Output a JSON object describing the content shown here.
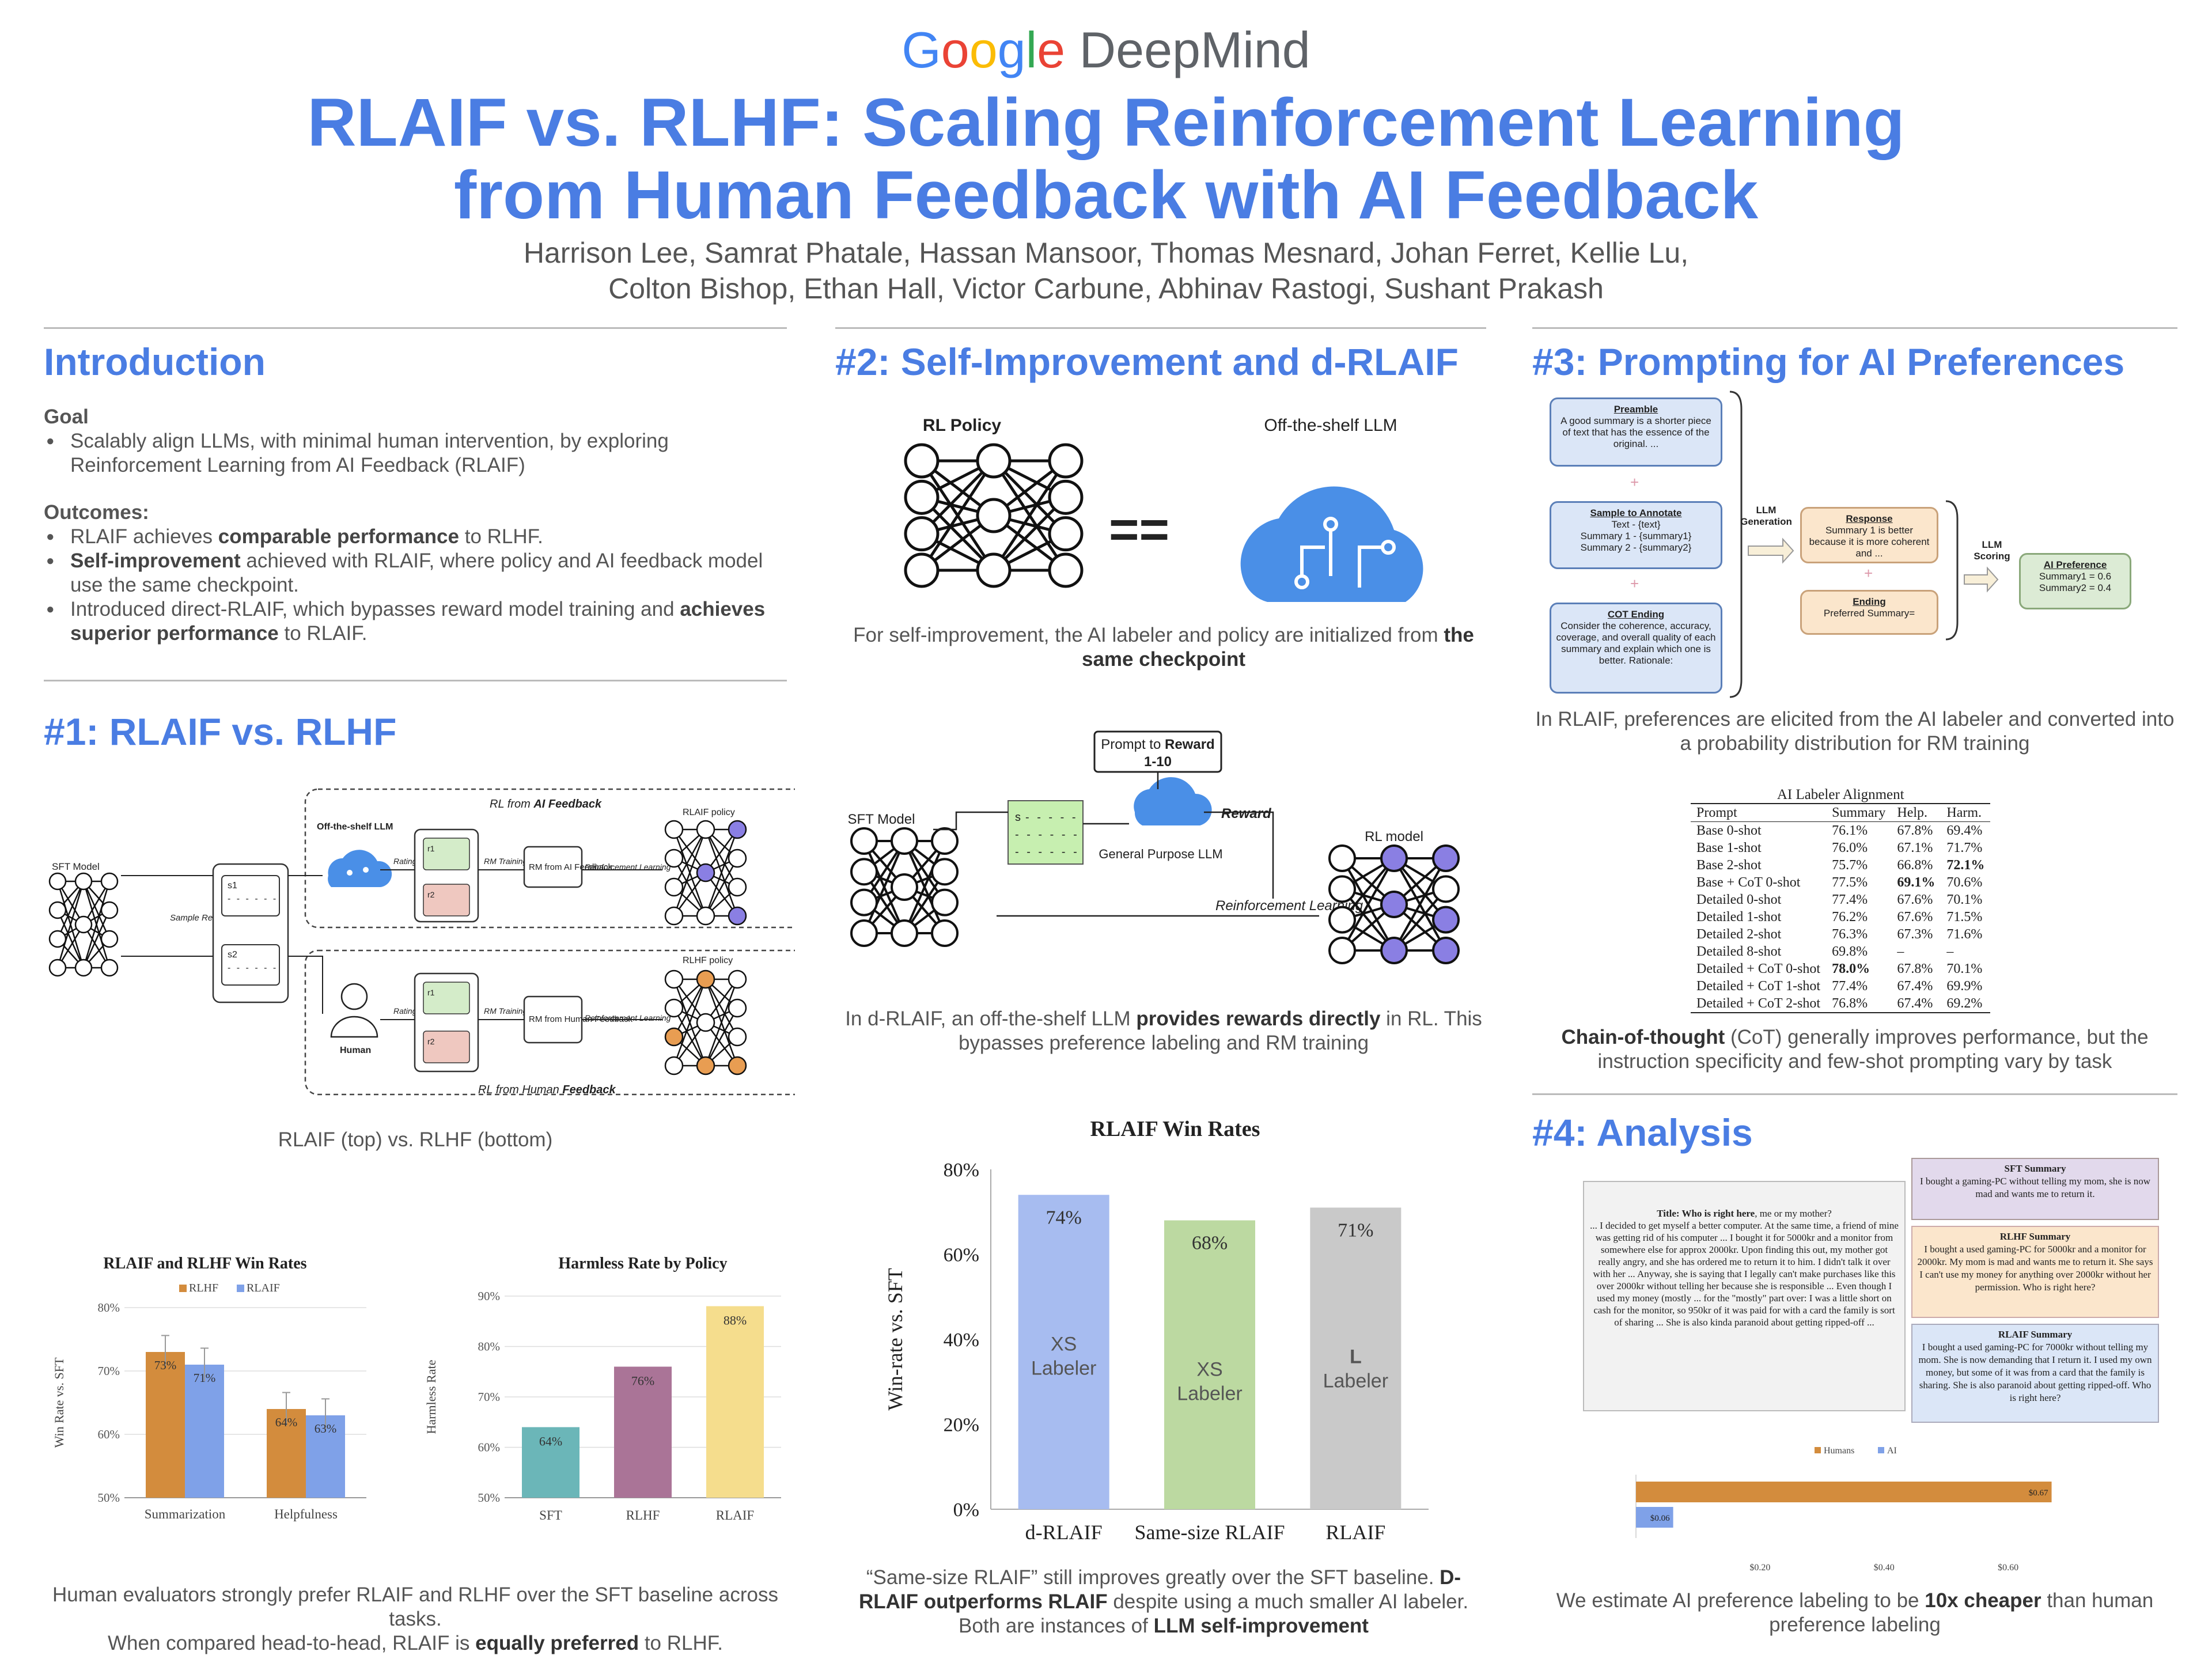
{
  "header": {
    "logo_google": [
      "G",
      "o",
      "o",
      "g",
      "l",
      "e"
    ],
    "logo_deepmind": "DeepMind",
    "title_line1": "RLAIF vs. RLHF: Scaling Reinforcement Learning",
    "title_line2": "from Human Feedback with AI Feedback",
    "authors_line1": "Harrison Lee, Samrat Phatale, Hassan Mansoor, Thomas Mesnard, Johan Ferret, Kellie Lu,",
    "authors_line2": "Colton Bishop, Ethan Hall, Victor Carbune, Abhinav Rastogi, Sushant Prakash"
  },
  "intro": {
    "heading": "Introduction",
    "goal_label": "Goal",
    "goal_text": "Scalably align LLMs, with minimal human intervention, by exploring Reinforcement Learning from AI Feedback (RLAIF)",
    "outcomes_label": "Outcomes:",
    "o1_a": "RLAIF achieves ",
    "o1_b": "comparable performance",
    "o1_c": " to RLHF.",
    "o2_a": "Self-improvement",
    "o2_b": " achieved with RLAIF, where policy and AI feedback model use the same checkpoint.",
    "o3_a": "Introduced direct-RLAIF, which bypasses reward model training and ",
    "o3_b": "achieves superior performance",
    "o3_c": " to RLAIF."
  },
  "s1": {
    "heading": "#1: RLAIF vs. RLHF",
    "diagram": {
      "rl_ai_a": "RL from ",
      "rl_ai_b": "AI Feedback",
      "sft_model": "SFT Model",
      "sample_response": "Sample Response",
      "s1": "s1",
      "s2": "s2",
      "off_shelf": "Off-the-shelf LLM",
      "rating": "Rating",
      "r1": "r1",
      "r2": "r2",
      "rm_training": "RM Training",
      "rm_ai": "RM from AI Feedback",
      "rl_label": "Reinforcement Learning",
      "rlaif_policy": "RLAIF policy",
      "rlhf_policy": "RLHF policy",
      "human": "Human",
      "rm_human": "RM from Human Feedback",
      "rl_human_a": "RL from Human ",
      "rl_human_b": "Feedback"
    },
    "diagram_caption": "RLAIF (top) vs. RLHF (bottom)",
    "caption_a": "Human evaluators strongly prefer RLAIF and RLHF over the SFT baseline across tasks.",
    "caption_b": "When compared head-to-head, RLAIF is ",
    "caption_c": "equally preferred",
    "caption_d": " to RLHF."
  },
  "s2": {
    "heading": "#2: Self-Improvement and d-RLAIF",
    "rl_policy": "RL Policy",
    "off_shelf_llm": "Off-the-shelf LLM",
    "equals": "==",
    "caption1_a": "For self-improvement, the AI labeler and policy are initialized from ",
    "caption1_b": "the same checkpoint",
    "d_prompt_a": "Prompt to ",
    "d_prompt_b": "Reward",
    "d_prompt_c": "1-10",
    "d_sft": "SFT Model",
    "d_s": "s",
    "d_reward": "Reward",
    "d_general": "General Purpose LLM",
    "d_rl": "Reinforcement Learning",
    "d_rlmodel": "RL model",
    "caption2_a": "In d-RLAIF, an off-the-shelf LLM ",
    "caption2_b": "provides rewards directly",
    "caption2_c": " in RL. This bypasses preference labeling and RM training",
    "caption3_a": "“Same-size RLAIF” still improves greatly over the SFT baseline. ",
    "caption3_b": "D-RLAIF outperforms RLAIF",
    "caption3_c": " despite using a much smaller AI labeler. Both are instances of ",
    "caption3_d": "LLM self-improvement"
  },
  "s3": {
    "heading": "#3: Prompting for AI Preferences",
    "preamble_t": "Preamble",
    "preamble_b": "A good summary is a shorter piece of text that has the essence of the original. ...",
    "sample_t": "Sample to Annotate",
    "sample_b1": "Text - {text}",
    "sample_b2": "Summary 1 - {summary1}",
    "sample_b3": "Summary 2 - {summary2}",
    "cot_t": "COT Ending",
    "cot_b": "Consider the coherence, accuracy, coverage, and overall quality of each summary and explain which one is better. Rationale:",
    "plus": "+",
    "llm_gen": "LLM Generation",
    "resp_t": "Response",
    "resp_b": "Summary 1 is better because it is more coherent and ...",
    "end_t": "Ending",
    "end_b": "Preferred Summary=",
    "llm_score": "LLM Scoring",
    "pref_t": "AI Preference",
    "pref_b1": "Summary1 = 0.6",
    "pref_b2": "Summary2 = 0.4",
    "caption1": "In RLAIF, preferences are elicited from the AI labeler and converted into a probability distribution for RM training",
    "table_title": "AI Labeler Alignment",
    "table_headers": [
      "Prompt",
      "Summary",
      "Help.",
      "Harm."
    ],
    "table_rows": [
      [
        "Base 0-shot",
        "76.1%",
        "67.8%",
        "69.4%"
      ],
      [
        "Base 1-shot",
        "76.0%",
        "67.1%",
        "71.7%"
      ],
      [
        "Base 2-shot",
        "75.7%",
        "66.8%",
        "72.1%"
      ],
      [
        "Base + CoT 0-shot",
        "77.5%",
        "69.1%",
        "70.6%"
      ],
      [
        "Detailed 0-shot",
        "77.4%",
        "67.6%",
        "70.1%"
      ],
      [
        "Detailed 1-shot",
        "76.2%",
        "67.6%",
        "71.5%"
      ],
      [
        "Detailed 2-shot",
        "76.3%",
        "67.3%",
        "71.6%"
      ],
      [
        "Detailed 8-shot",
        "69.8%",
        "–",
        "–"
      ],
      [
        "Detailed + CoT 0-shot",
        "78.0%",
        "67.8%",
        "70.1%"
      ],
      [
        "Detailed + CoT 1-shot",
        "77.4%",
        "67.4%",
        "69.9%"
      ],
      [
        "Detailed + CoT 2-shot",
        "76.8%",
        "67.4%",
        "69.2%"
      ]
    ],
    "caption2_a": "Chain-of-thought",
    "caption2_b": " (CoT) generally improves performance, but the instruction specificity and few-shot prompting vary by task"
  },
  "s4": {
    "heading": "#4: Analysis",
    "post_title_a": "Title: Who is right here",
    "post_title_b": ", me or my mother?",
    "post_body": "... I decided to get myself a better computer. At the same time, a friend of mine was getting rid of his computer ... I bought it for 5000kr and a monitor from somewhere else for approx 2000kr. Upon finding this out, my mother got really angry, and she has ordered me to return it to him. I didn't talk it over with her ... Anyway, she is saying that I legally can't make purchases like this over 2000kr without telling her because she is responsible ... Even though I used my money (mostly ... for the \"mostly\" part over: I was a little short on cash for the monitor, so 950kr of it was paid for with a card the family is sort of sharing ... She is also kinda paranoid about getting ripped-off ...",
    "sft_t": "SFT Summary",
    "sft_b": "I bought a gaming-PC without telling my mom, she is now mad and wants me to return it.",
    "rlhf_t": "RLHF Summary",
    "rlhf_b": "I bought a used gaming-PC for 5000kr and a monitor for 2000kr. My mom is mad and wants me to return it. She says I can't use my money for anything over 2000kr without her permission. Who is right here?",
    "rlaif_t": "RLAIF Summary",
    "rlaif_b": "I bought a used gaming-PC for 7000kr without telling my mom. She is now demanding that I return it. I used my own money, but some of it was from a card that the family is sharing. She is also paranoid about getting ripped-off. Who is right here?",
    "caption_a": "We estimate AI preference labeling to be ",
    "caption_b": "10x cheaper",
    "caption_c": " than human preference labeling"
  },
  "chart_data": [
    {
      "type": "bar",
      "title": "RLAIF and RLHF Win Rates",
      "ylabel": "Win Rate vs. SFT",
      "categories": [
        "Summarization",
        "Helpfulness"
      ],
      "series": [
        {
          "name": "RLHF",
          "values": [
            73,
            64
          ],
          "color": "#d38c3d"
        },
        {
          "name": "RLAIF",
          "values": [
            71,
            63
          ],
          "color": "#7fa1e8"
        }
      ],
      "ylim": [
        50,
        80
      ],
      "yticks": [
        "50%",
        "60%",
        "70%",
        "80%"
      ],
      "labels": [
        [
          "73%",
          "64%"
        ],
        [
          "71%",
          "63%"
        ]
      ],
      "legend": "top-left"
    },
    {
      "type": "bar",
      "title": "Harmless Rate by Policy",
      "ylabel": "Harmless Rate",
      "categories": [
        "SFT",
        "RLHF",
        "RLAIF"
      ],
      "values": [
        64,
        76,
        88
      ],
      "labels": [
        "64%",
        "76%",
        "88%"
      ],
      "colors": [
        "#6bb6b8",
        "#aa7497",
        "#f5dd8d"
      ],
      "ylim": [
        50,
        90
      ],
      "yticks": [
        "50%",
        "60%",
        "70%",
        "80%",
        "90%"
      ]
    },
    {
      "type": "bar",
      "title": "RLAIF Win Rates",
      "ylabel": "Win-rate vs. SFT",
      "categories": [
        "d-RLAIF",
        "Same-size RLAIF",
        "RLAIF"
      ],
      "values": [
        74,
        68,
        71
      ],
      "labels": [
        "74%",
        "68%",
        "71%"
      ],
      "inner_a": [
        "XS",
        "XS",
        "L"
      ],
      "inner_b": [
        "Labeler",
        "Labeler",
        "Labeler"
      ],
      "colors": [
        "#a7bcf0",
        "#bcd9a1",
        "#c9c9c9"
      ],
      "ylim": [
        0,
        80
      ],
      "yticks": [
        "0%",
        "20%",
        "40%",
        "60%",
        "80%"
      ]
    },
    {
      "type": "bar",
      "orientation": "horizontal",
      "categories": [
        "Humans",
        "AI"
      ],
      "values": [
        0.67,
        0.06
      ],
      "labels": [
        "$0.67",
        "$0.06"
      ],
      "colors": [
        "#d38c3d",
        "#7fa1e8"
      ],
      "xlim": [
        0,
        0.78
      ],
      "xticks": [
        "$0.20",
        "$0.40",
        "$0.60"
      ],
      "legend": "top-center"
    }
  ]
}
